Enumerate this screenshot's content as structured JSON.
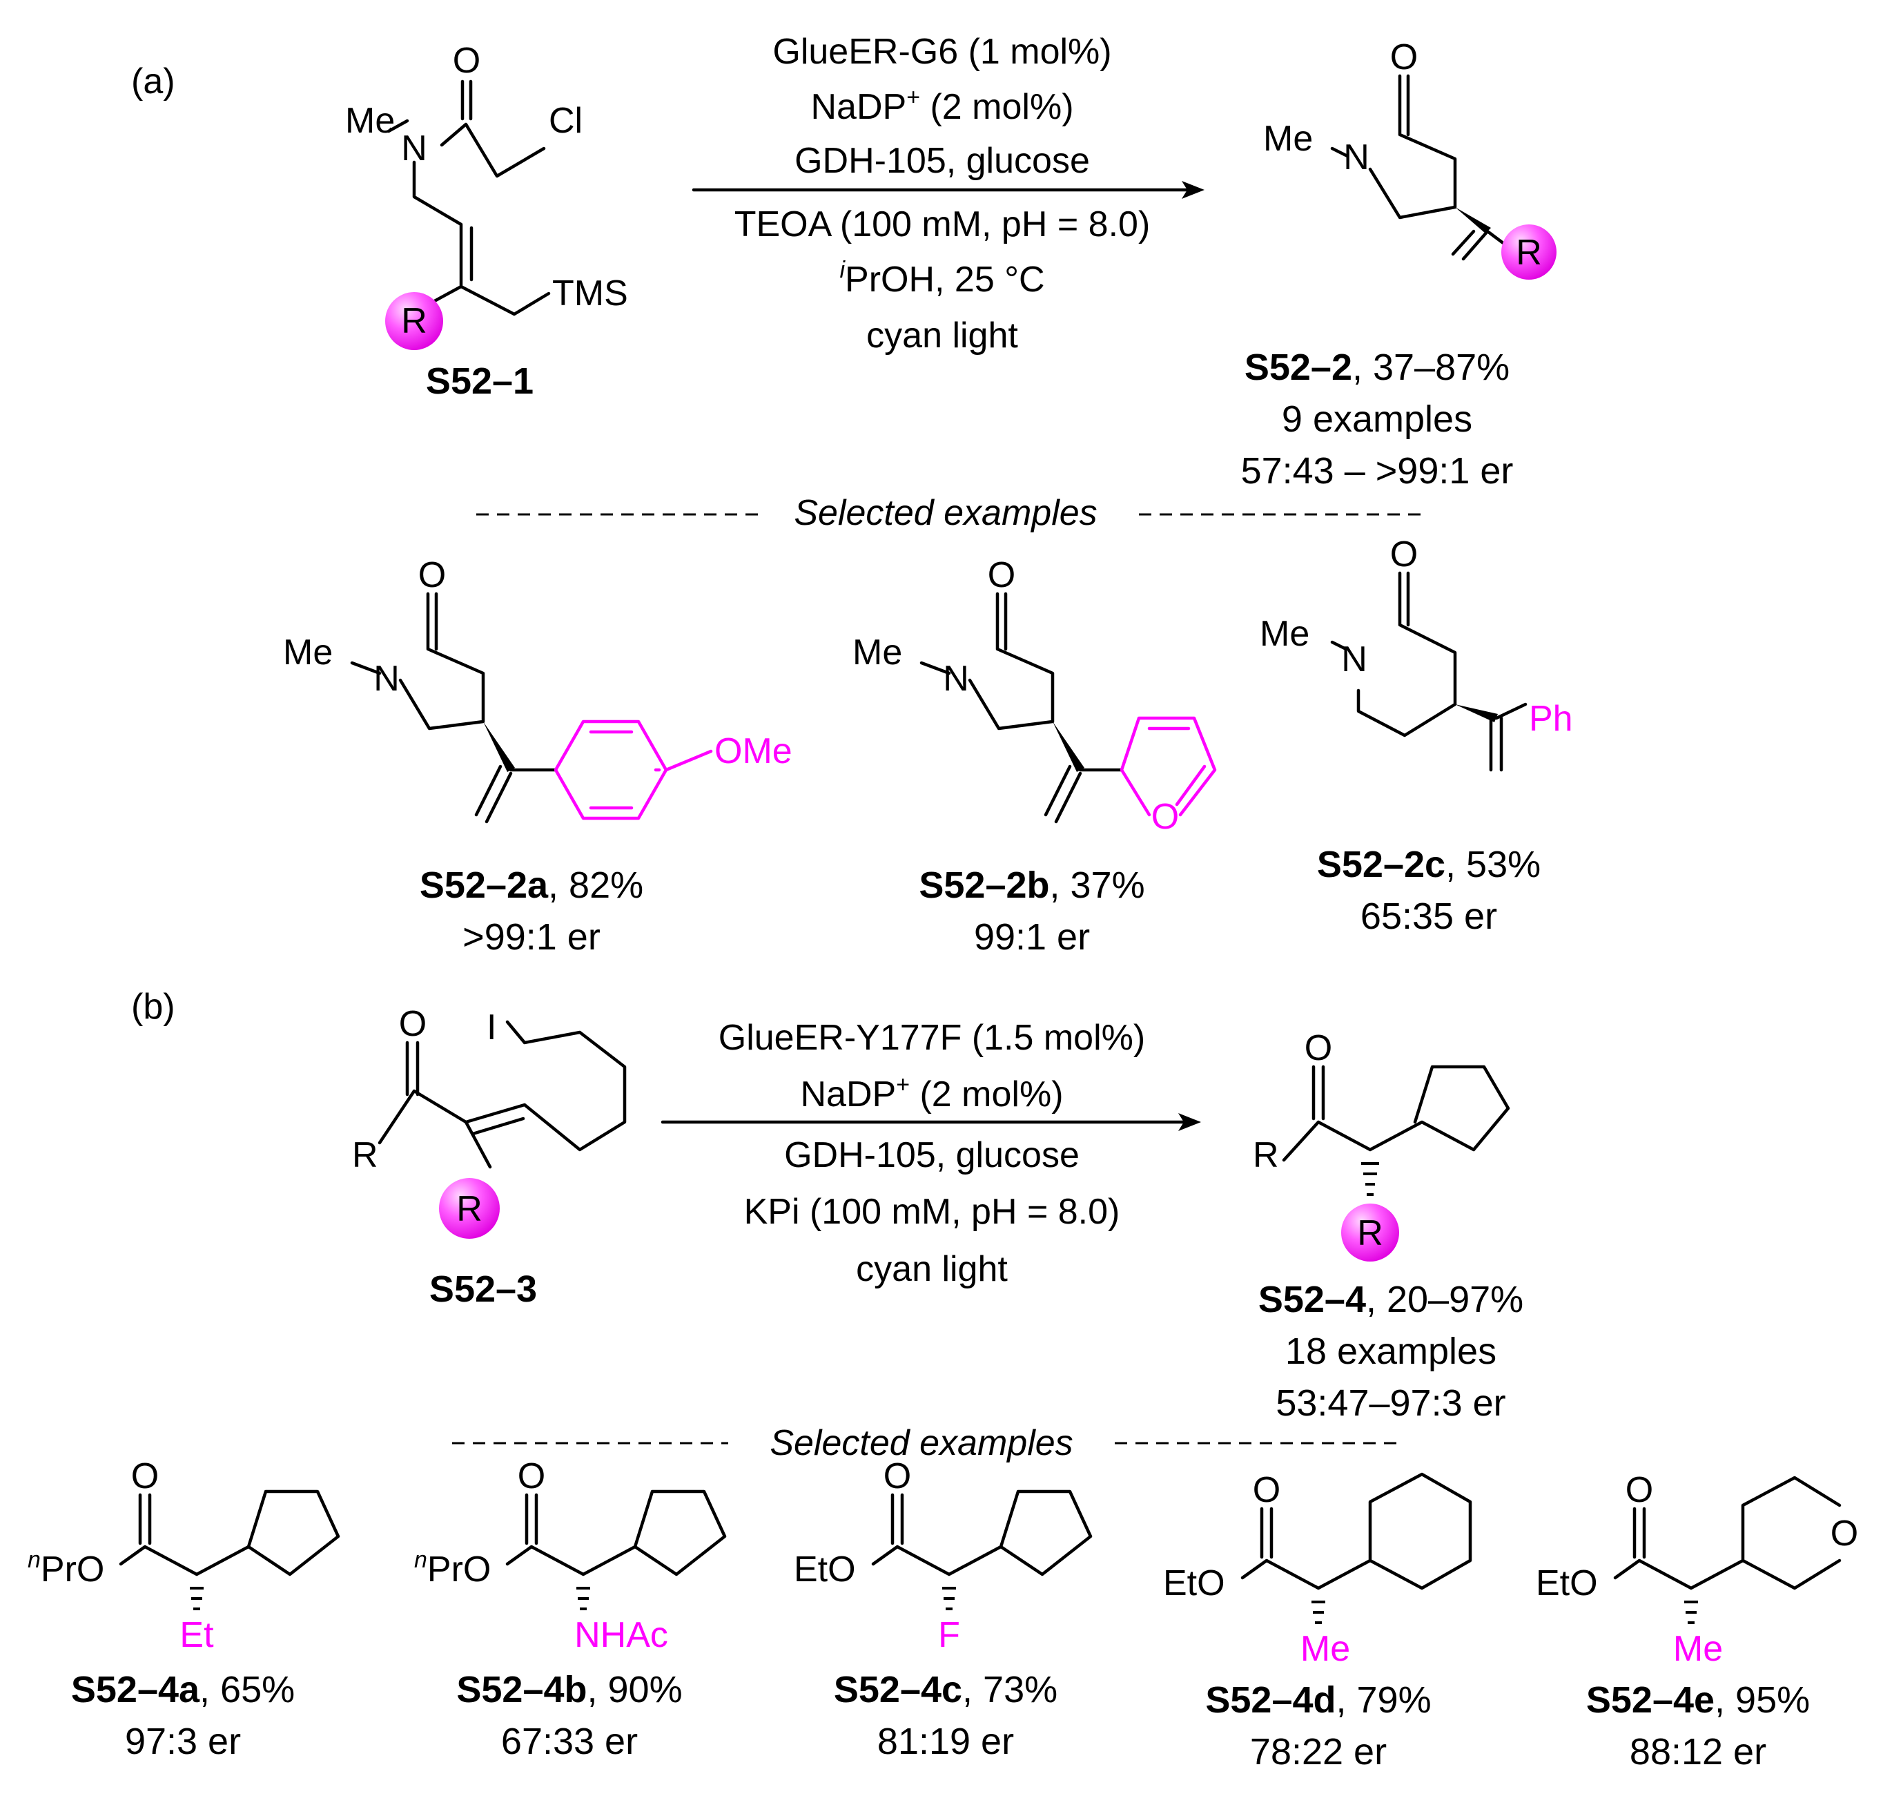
{
  "panel_a": {
    "label": "(a)",
    "substrate": {
      "id": "S52–1",
      "atoms": {
        "O": "O",
        "Me": "Me",
        "N": "N",
        "Cl": "Cl",
        "TMS": "TMS",
        "R": "R"
      }
    },
    "conditions": [
      "GlueER-G6 (1 mol%)",
      "NaDP",
      "+",
      " (2 mol%)",
      "GDH-105, glucose",
      "TEOA (100 mM, pH = 8.0)",
      "i",
      "PrOH, 25 °C",
      "cyan light"
    ],
    "product": {
      "id": "S52–2",
      "yield": ", 37–87%",
      "examples": "9 examples",
      "er": "57:43 – >99:1 er",
      "atoms": {
        "O": "O",
        "Me": "Me",
        "N": "N",
        "R": "R"
      }
    },
    "divider": "Selected examples",
    "examples": [
      {
        "id": "S52–2a",
        "yield": ", 82%",
        "er": ">99:1 er",
        "group": "OMe"
      },
      {
        "id": "S52–2b",
        "yield": ", 37%",
        "er": "99:1 er",
        "group": "O"
      },
      {
        "id": "S52–2c",
        "yield": ", 53%",
        "er": "65:35 er",
        "group": "Ph"
      }
    ]
  },
  "panel_b": {
    "label": "(b)",
    "substrate": {
      "id": "S52–3",
      "atoms": {
        "I": "I",
        "O": "O",
        "R1": "R",
        "R2": "R"
      }
    },
    "conditions": [
      "GlueER-Y177F (1.5 mol%)",
      "NaDP",
      "+",
      " (2 mol%)",
      "GDH-105, glucose",
      "KPi (100 mM, pH = 8.0)",
      "cyan light"
    ],
    "product": {
      "id": "S52–4",
      "yield": ", 20–97%",
      "examples": "18 examples",
      "er": "53:47–97:3 er",
      "atoms": {
        "O": "O",
        "R1": "R",
        "R2": "R"
      }
    },
    "divider": "Selected examples",
    "examples": [
      {
        "id": "S52–4a",
        "yield": ", 65%",
        "er": "97:3 er",
        "ester_sup": "n",
        "ester": "PrO",
        "group": "Et"
      },
      {
        "id": "S52–4b",
        "yield": ", 90%",
        "er": "67:33 er",
        "ester_sup": "n",
        "ester": "PrO",
        "group": "NHAc"
      },
      {
        "id": "S52–4c",
        "yield": ", 73%",
        "er": "81:19 er",
        "ester": "EtO",
        "group": "F"
      },
      {
        "id": "S52–4d",
        "yield": ", 79%",
        "er": "78:22 er",
        "ester": "EtO",
        "group": "Me"
      },
      {
        "id": "S52–4e",
        "yield": ", 95%",
        "er": "88:12 er",
        "ester": "EtO",
        "group": "Me",
        "ring_O": "O"
      }
    ]
  },
  "colors": {
    "highlight": "#ff00ff",
    "bonds": "#000000",
    "background": "#ffffff"
  }
}
